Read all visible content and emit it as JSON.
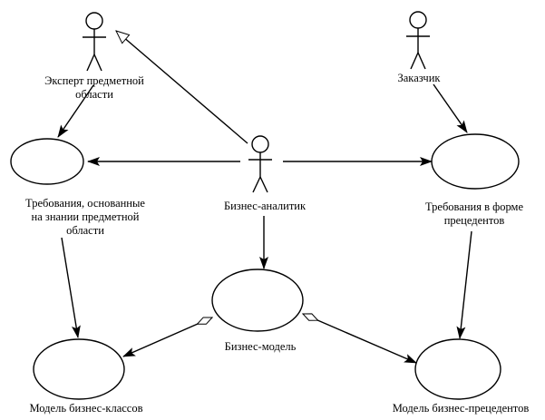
{
  "colors": {
    "stroke": "#000000",
    "fill": "#ffffff"
  },
  "actors": {
    "expert": {
      "label_lines": [
        "Эксперт предметной",
        "области"
      ]
    },
    "customer": {
      "label_lines": [
        "Заказчик"
      ]
    },
    "analyst": {
      "label_lines": [
        "Бизнес-аналитик"
      ]
    }
  },
  "use_cases": {
    "domain_requirements": {
      "label_lines": [
        "Требования, основанные",
        "на знании предметной",
        "области"
      ]
    },
    "usecase_requirements": {
      "label_lines": [
        "Требования в форме",
        "прецедентов"
      ]
    },
    "business_model": {
      "label_lines": [
        "Бизнес-модель"
      ]
    },
    "class_model": {
      "label_lines": [
        "Модель бизнес-классов"
      ]
    },
    "precedent_model": {
      "label_lines": [
        "Модель бизнес-прецедентов"
      ]
    }
  }
}
